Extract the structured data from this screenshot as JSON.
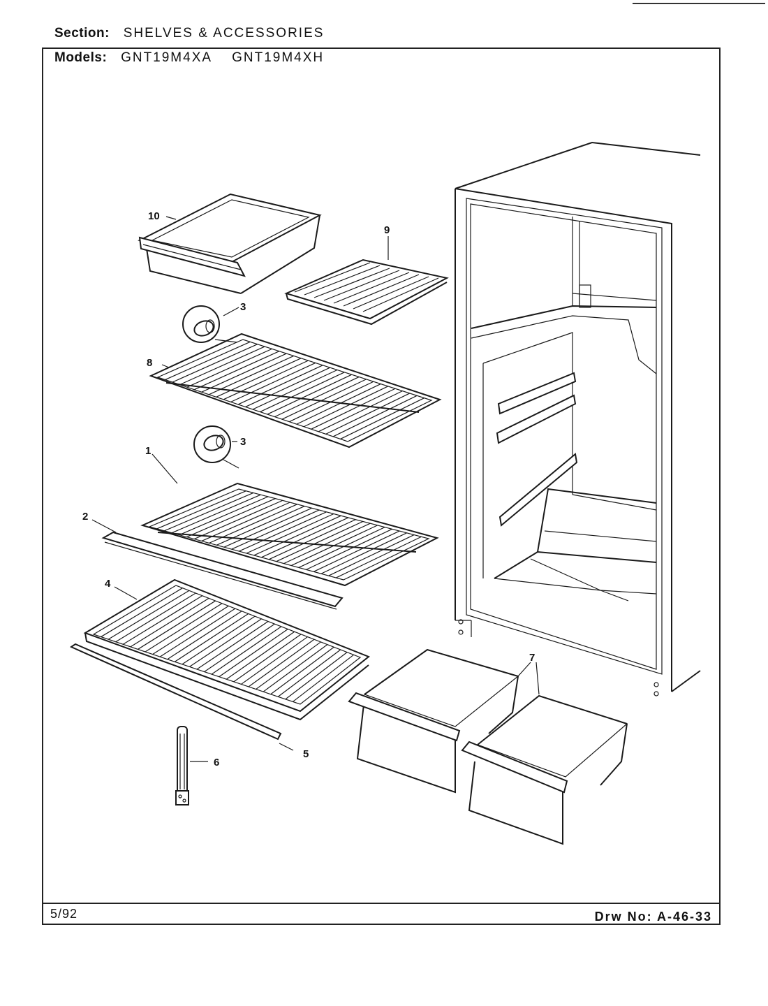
{
  "header": {
    "section_label": "Section:",
    "section_value": "SHELVES & ACCESSORIES",
    "models_label": "Models:",
    "models_value": "GNT19M4XA    GNT19M4XH"
  },
  "footer": {
    "date": "5/92",
    "drawing_number": "Drw No: A-46-33"
  },
  "callouts": {
    "c1": "1",
    "c2": "2",
    "c3a": "3",
    "c3b": "3",
    "c4": "4",
    "c5": "5",
    "c6": "6",
    "c7": "7",
    "c8": "8",
    "c9": "9",
    "c10": "10"
  }
}
